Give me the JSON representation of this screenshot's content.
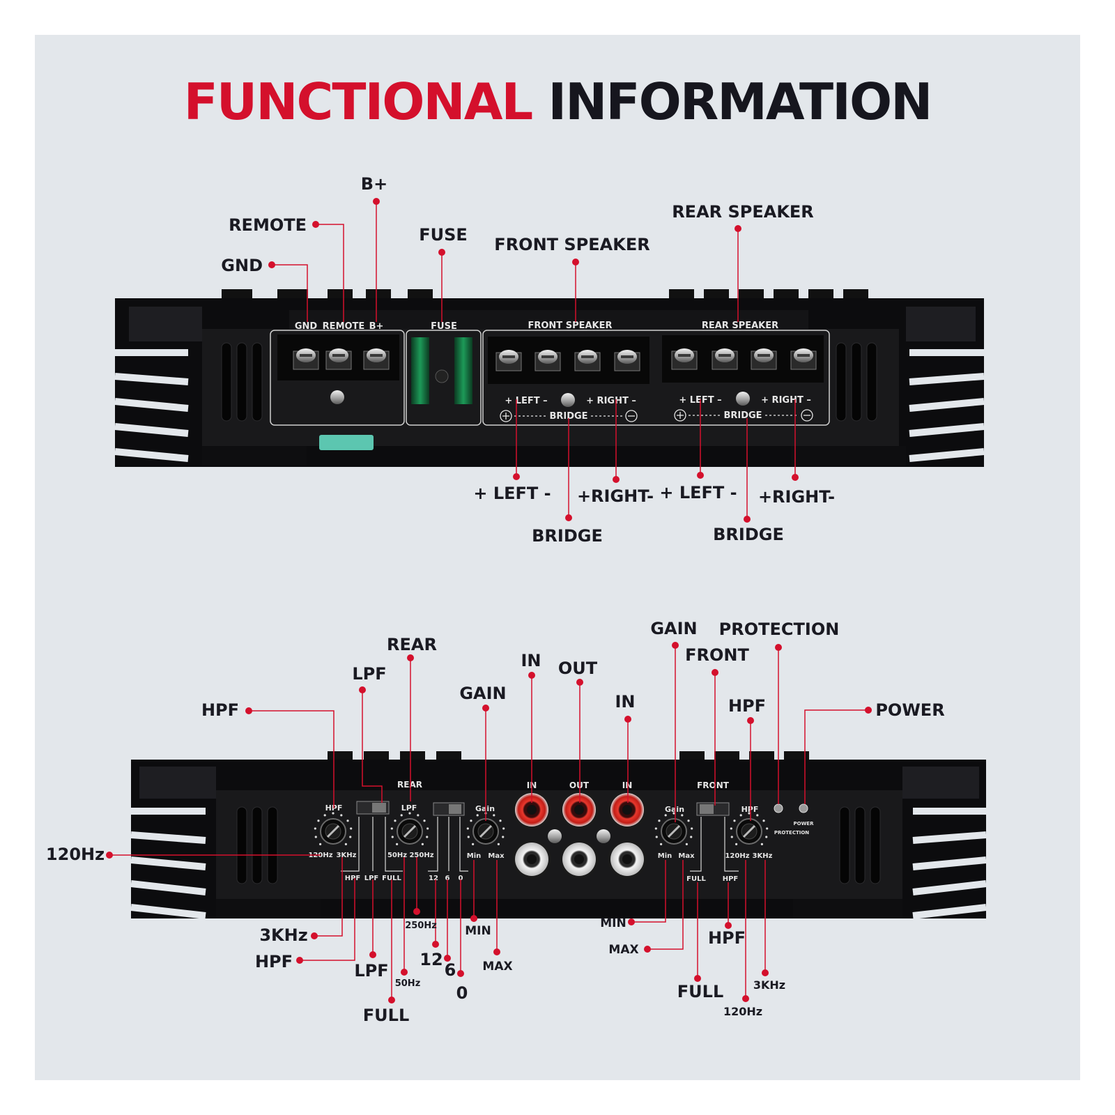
{
  "title": {
    "part1": "FUNCTIONAL",
    "part2": "INFORMATION"
  },
  "colors": {
    "accent": "#d4102c",
    "text": "#1a1a22",
    "background": "#e3e7eb",
    "chassis": "#0c0c0e",
    "panel": "#19191b"
  },
  "top_panel": {
    "labels": [
      "GND",
      "REMOTE",
      "B+",
      "FUSE",
      "FRONT SPEAKER",
      "REAR SPEAKER"
    ],
    "front": {
      "left": "+ LEFT –",
      "right": "+ RIGHT –",
      "bridge": "BRIDGE"
    },
    "rear": {
      "left": "+ LEFT –",
      "right": "+ RIGHT –",
      "bridge": "BRIDGE"
    }
  },
  "top_callouts": {
    "gnd": "GND",
    "remote": "REMOTE",
    "bplus": "B+",
    "fuse": "FUSE",
    "front_speaker": "FRONT SPEAKER",
    "rear_speaker": "REAR SPEAKER",
    "front_left": "+ LEFT -",
    "front_right": "+RIGHT-",
    "front_bridge": "BRIDGE",
    "rear_left": "+ LEFT -",
    "rear_right": "+RIGHT-",
    "rear_bridge": "BRIDGE"
  },
  "bottom_panel": {
    "rear": "REAR",
    "front": "FRONT",
    "hpf": "HPF",
    "lpf": "LPF",
    "gain": "Gain",
    "in": "IN",
    "out": "OUT",
    "hz120": "120Hz",
    "khz3": "3KHz",
    "hz50": "50Hz",
    "hz250": "250Hz",
    "min": "Min",
    "max": "Max",
    "sw_hpf": "HPF",
    "sw_lpf": "LPF",
    "sw_full": "FULL",
    "db12": "12",
    "db6": "6",
    "db0": "0",
    "full": "FULL",
    "power": "POWER",
    "protection": "PROTECTION"
  },
  "bottom_callouts": {
    "hpf_left": "HPF",
    "lpf_top": "LPF",
    "rear": "REAR",
    "gain_left": "GAIN",
    "in_left": "IN",
    "out": "OUT",
    "in_right": "IN",
    "gain_right": "GAIN",
    "front": "FRONT",
    "protection": "PROTECTION",
    "hpf_right": "HPF",
    "power": "POWER",
    "hz120_left": "120Hz",
    "khz3_left": "3KHz",
    "hpf_bl": "HPF",
    "lpf_bl": "LPF",
    "full_left": "FULL",
    "hz50": "50Hz",
    "hz250": "250Hz",
    "db12": "12",
    "db6": "6",
    "db0": "0",
    "min_left": "MIN",
    "max_left": "MAX",
    "min_right": "MIN",
    "max_right": "MAX",
    "hpf_br": "HPF",
    "full_right": "FULL",
    "khz3_right": "3KHz",
    "hz120_right": "120Hz"
  }
}
